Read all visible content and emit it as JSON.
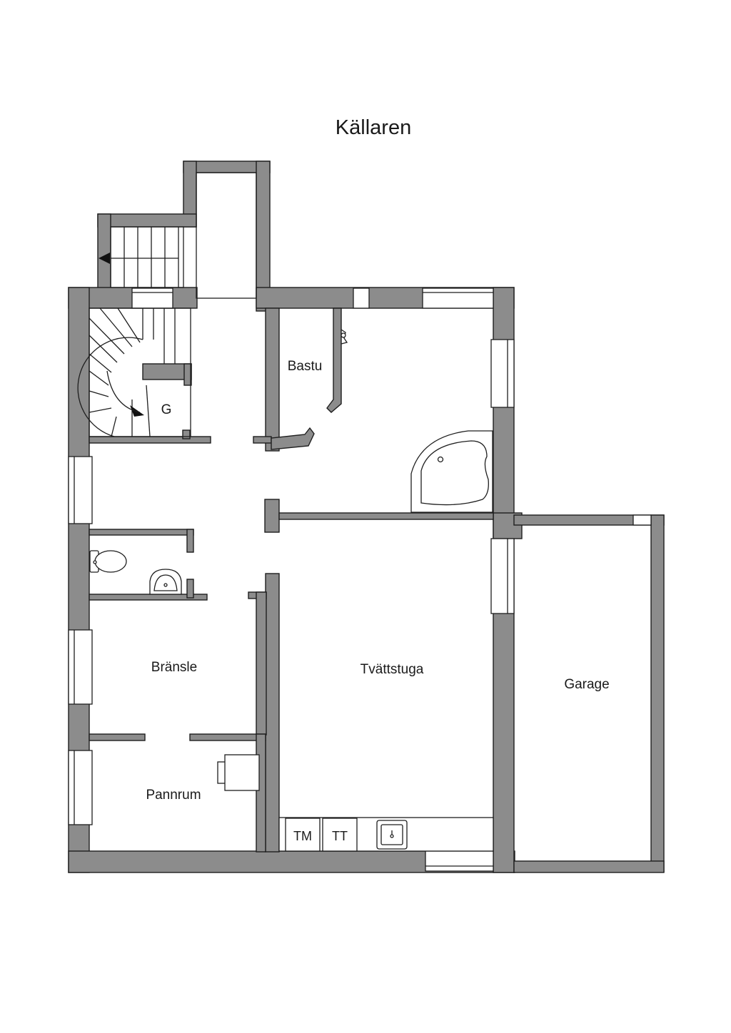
{
  "plan": {
    "title": "Källaren",
    "rooms": {
      "bastu": "Bastu",
      "hall": "G",
      "bransle": "Bränsle",
      "tvattstuga": "Tvättstuga",
      "garage": "Garage",
      "pannrum": "Pannrum"
    },
    "appliances": {
      "washer": "TM",
      "dryer": "TT"
    },
    "colors": {
      "wall": "#8c8c8c",
      "line": "#1e1e1e",
      "background": "#ffffff"
    }
  }
}
